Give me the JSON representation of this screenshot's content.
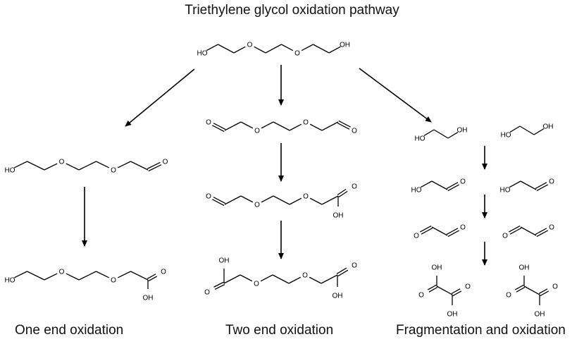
{
  "title": "Triethylene glycol oxidation pathway",
  "captions": {
    "one_end": "One end oxidation",
    "two_end": "Two end oxidation",
    "fragmentation": "Fragmentation and oxidation"
  },
  "atom_labels": {
    "hydroxyl": "HO",
    "hydroxyl_right": "OH",
    "ether_oxygen": "O",
    "carbonyl_oxygen": "O",
    "acid_hydroxyl": "OH"
  },
  "molecules": [
    {
      "id": "teg",
      "description_label": "triethylene glycol"
    },
    {
      "id": "one-end-aldehyde"
    },
    {
      "id": "one-end-acid"
    },
    {
      "id": "dialdehyde"
    },
    {
      "id": "aldehyde-acid"
    },
    {
      "id": "diacid"
    },
    {
      "id": "ethylene-glycol"
    },
    {
      "id": "glycolaldehyde"
    },
    {
      "id": "glyoxal"
    },
    {
      "id": "oxalic-acid"
    }
  ]
}
